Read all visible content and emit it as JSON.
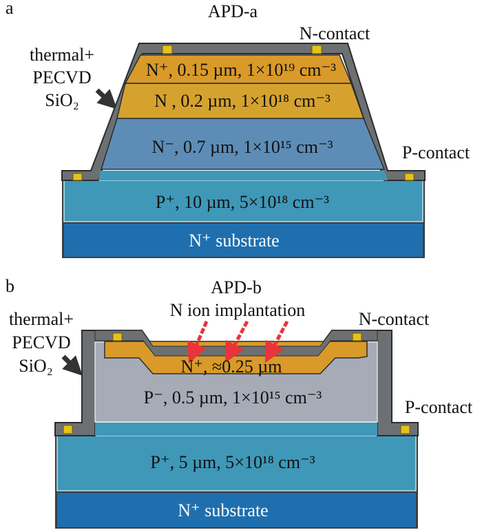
{
  "panel_a": {
    "letter": "a",
    "title": "APD-a",
    "oxide_label": [
      "thermal+",
      "PECVD",
      "SiO₂"
    ],
    "n_contact": "N-contact",
    "p_contact": "P-contact",
    "layers": [
      "N⁺, 0.15 µm, 1×10¹⁹ cm⁻³",
      "N , 0.2 µm, 1×10¹⁸ cm⁻³",
      "N⁻, 0.7 µm, 1×10¹⁵ cm⁻³",
      "P⁺, 10 µm, 5×10¹⁸ cm⁻³",
      "N⁺ substrate"
    ]
  },
  "panel_b": {
    "letter": "b",
    "title": "APD-b",
    "implant_label": "N ion implantation",
    "oxide_label": [
      "thermal+",
      "PECVD",
      "SiO₂"
    ],
    "n_contact": "N-contact",
    "p_contact": "P-contact",
    "layers": [
      "N⁺, ≈0.25 µm",
      "P⁻, 0.5 µm, 1×10¹⁵ cm⁻³",
      "P⁺, 5 µm, 5×10¹⁸ cm⁻³",
      "N⁺ substrate"
    ]
  },
  "colors": {
    "oxide": "#6d7073",
    "contact": "#e6c21a",
    "n_plus": "#d99a2a",
    "n_layer": "#d6a22e",
    "n_minus": "#5d8db6",
    "p_minus": "#a6abb6",
    "p_plus": "#3f98b8",
    "substrate": "#1f6fae",
    "implant_arrow": "#e8343a"
  }
}
